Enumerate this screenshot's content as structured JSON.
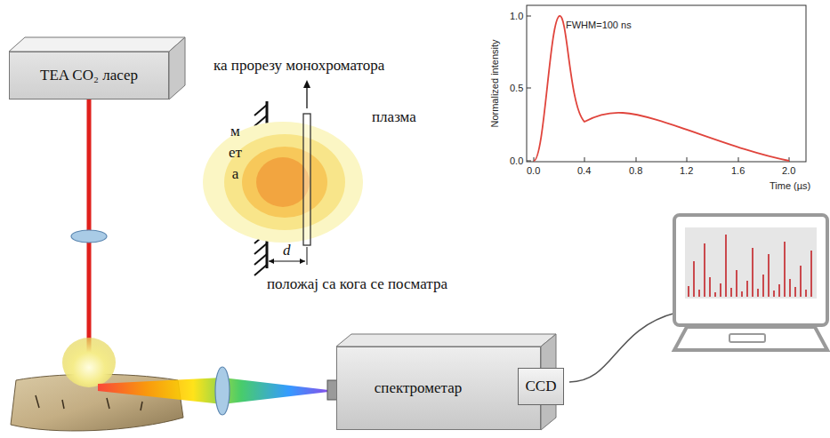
{
  "diagram": {
    "nodes": [
      {
        "text": [
          "TEA CO₂ ласер"
        ]
      },
      {
        "text": [
          "спектрометар"
        ]
      },
      {
        "text": [
          "CCD"
        ]
      }
    ],
    "labels": [
      "ка прорезу монохроматора",
      "мета",
      "плазма",
      "d",
      "положај са кога се посматра",
      "FWHM=100 ns",
      "Normalized intensity",
      "Time (µs)",
      "1.0",
      "0.5",
      "0.0",
      "0.0",
      "0.4",
      "0.8",
      "1.2",
      "1.6",
      "2.0"
    ]
  }
}
